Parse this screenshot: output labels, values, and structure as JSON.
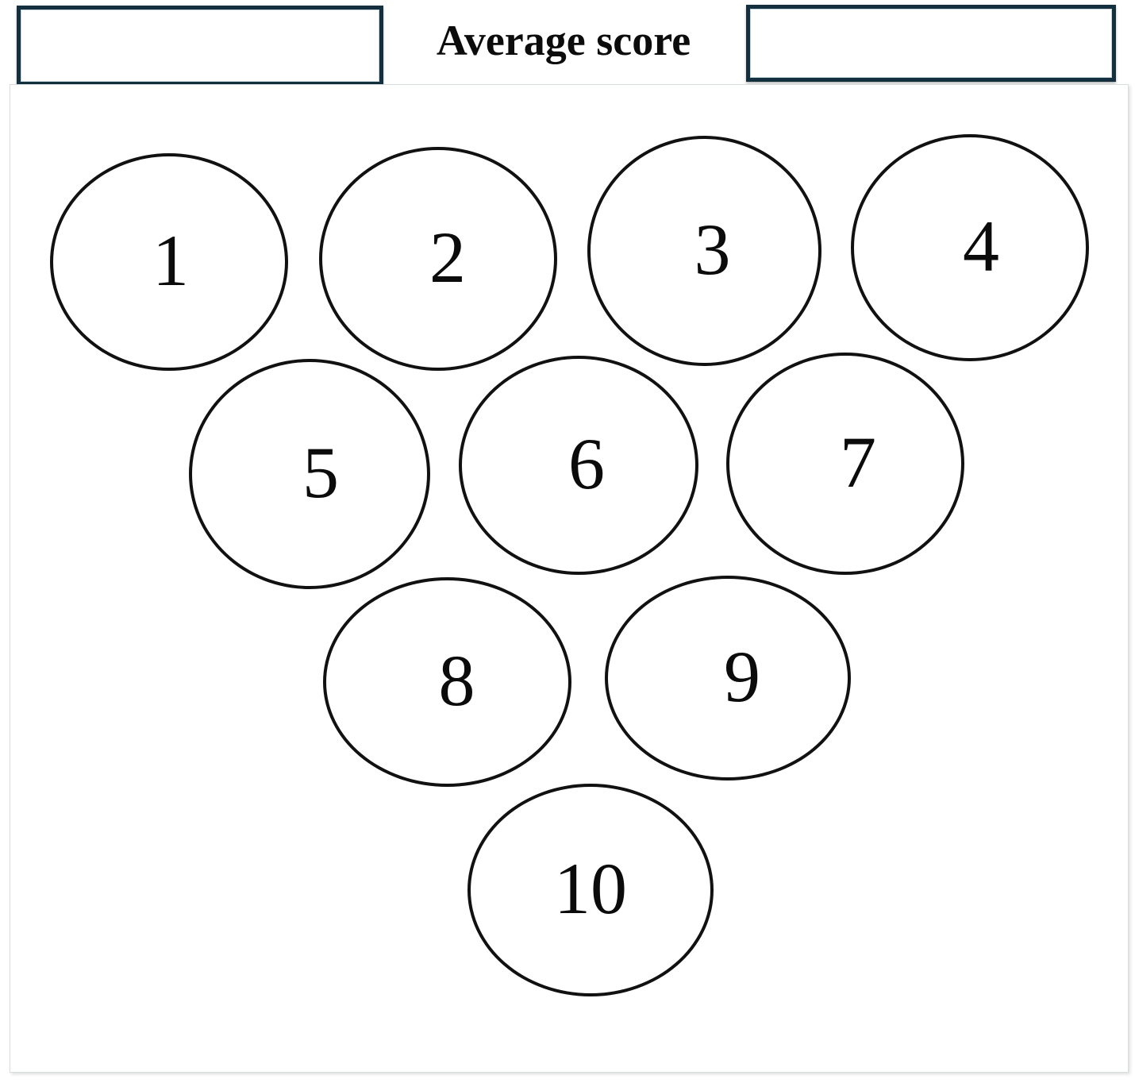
{
  "header": {
    "title": "Average score",
    "left_input": {
      "name": "left-score-field",
      "value": "",
      "placeholder": ""
    },
    "right_input": {
      "name": "right-score-field",
      "value": "",
      "placeholder": ""
    }
  },
  "colors": {
    "box_border": "#14303f",
    "bubble_stroke": "#111111",
    "text": "#0b0b0b",
    "panel_background": "#ffffff"
  },
  "diagram": {
    "type": "bubble-cluster",
    "shape": "inverted-triangle",
    "rows": [
      {
        "row": 1,
        "count": 4,
        "labels": [
          "1",
          "2",
          "3",
          "4"
        ]
      },
      {
        "row": 2,
        "count": 3,
        "labels": [
          "5",
          "6",
          "7"
        ]
      },
      {
        "row": 3,
        "count": 2,
        "labels": [
          "8",
          "9"
        ]
      },
      {
        "row": 4,
        "count": 1,
        "labels": [
          "10"
        ]
      }
    ],
    "bubbles": [
      {
        "id": 1,
        "label": "1"
      },
      {
        "id": 2,
        "label": "2"
      },
      {
        "id": 3,
        "label": "3"
      },
      {
        "id": 4,
        "label": "4"
      },
      {
        "id": 5,
        "label": "5"
      },
      {
        "id": 6,
        "label": "6"
      },
      {
        "id": 7,
        "label": "7"
      },
      {
        "id": 8,
        "label": "8"
      },
      {
        "id": 9,
        "label": "9"
      },
      {
        "id": 10,
        "label": "10"
      }
    ]
  }
}
